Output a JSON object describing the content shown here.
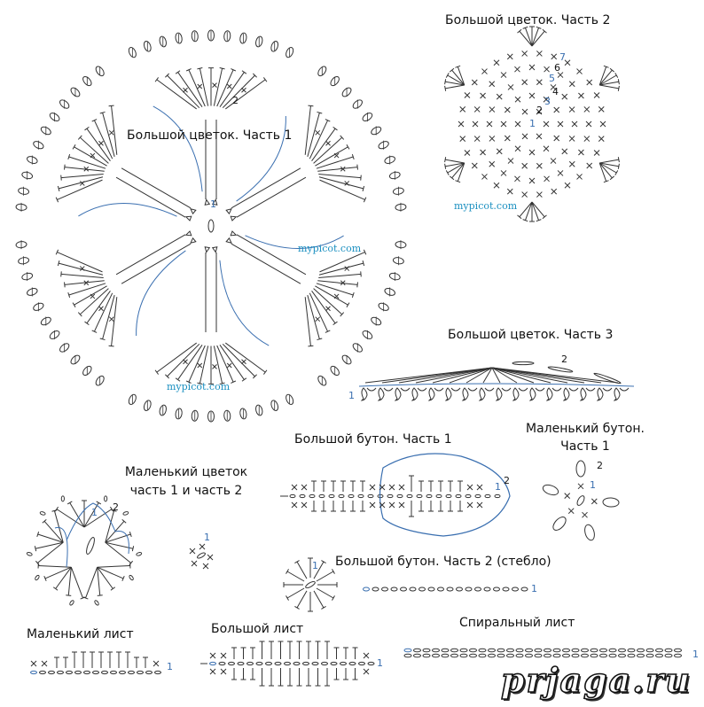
{
  "titles": {
    "big_flower_1": "Большой цветок. Часть 1",
    "big_flower_2": "Большой цветок. Часть 2",
    "big_flower_3": "Большой цветок. Часть 3",
    "big_bud_1": "Большой бутон. Часть 1",
    "small_bud_1_line1": "Маленький бутон.",
    "small_bud_1_line2": "Часть 1",
    "small_flower_line1": "Маленький цветок",
    "small_flower_line2": "часть 1 и часть 2",
    "big_bud_2": "Большой бутон. Часть 2 (стебло)",
    "small_leaf": "Маленький лист",
    "big_leaf": "Большой лист",
    "spiral_leaf": "Спиральный лист"
  },
  "row_numbers": {
    "bf1": [
      "1",
      "2"
    ],
    "bf2": [
      "1",
      "2",
      "3",
      "4",
      "5",
      "6",
      "7"
    ],
    "bf3": [
      "1",
      "2"
    ],
    "bb1": [
      "1",
      "2"
    ],
    "sb1": [
      "1",
      "2"
    ],
    "sf": [
      "1",
      "2"
    ],
    "sf_center": "1",
    "bb2_center": "1",
    "bb2_stem": "1",
    "small_leaf": "1",
    "big_leaf": "1",
    "spiral_leaf": "1"
  },
  "watermarks": {
    "mypicot": "mypicot.com",
    "logo": "prjaga.ru"
  },
  "colors": {
    "ink": "#333333",
    "accent_blue": "#3a6fb0",
    "watermark_blue": "#1a8fc0"
  }
}
